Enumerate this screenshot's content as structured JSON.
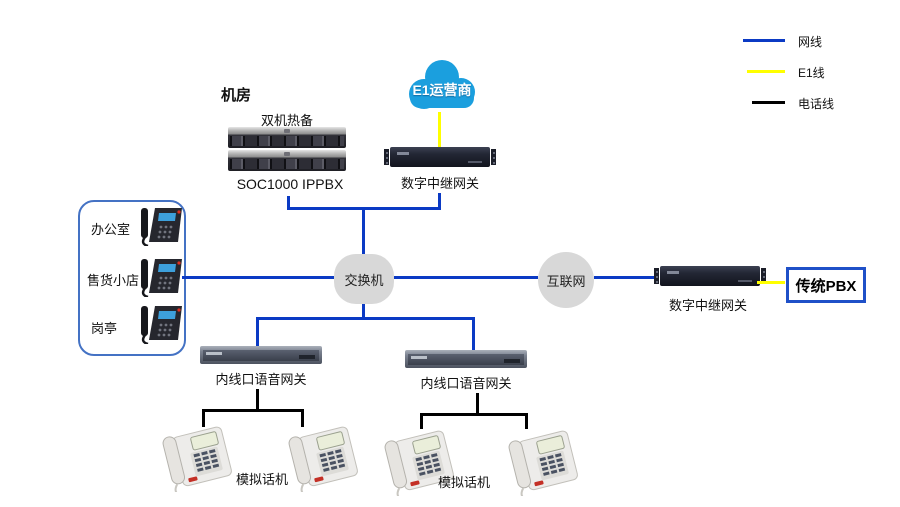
{
  "legend": {
    "items": [
      {
        "label": "网线",
        "color": "#0b3ac4"
      },
      {
        "label": "E1线",
        "color": "#ffff00"
      },
      {
        "label": "电话线",
        "color": "#000000"
      }
    ]
  },
  "colors": {
    "network_line": "#0b3ac4",
    "e1_line": "#ffff00",
    "phone_line": "#000000",
    "cloud_fill": "#1b9fde",
    "node_fill": "#d8d8d8",
    "group_border": "#4472c4",
    "pbx_box_border": "#1f50c8"
  },
  "server_room": {
    "title": "机房",
    "ha_label": "双机热备",
    "server_label": "SOC1000 IPPBX"
  },
  "cloud": {
    "label": "E1运营商"
  },
  "top_gateway": {
    "label": "数字中继网关"
  },
  "right_gateway": {
    "label": "数字中继网关"
  },
  "switch_node": {
    "label": "交换机"
  },
  "internet_node": {
    "label": "互联网"
  },
  "legacy_pbx": {
    "label": "传统PBX"
  },
  "ip_phone_group": {
    "items": [
      {
        "label": "办公室"
      },
      {
        "label": "售货小店"
      },
      {
        "label": "岗亭"
      }
    ]
  },
  "voice_gateways": {
    "left_label": "内线口语音网关",
    "right_label": "内线口语音网关"
  },
  "analog_phones": {
    "left_label": "模拟话机",
    "right_label": "模拟话机"
  }
}
